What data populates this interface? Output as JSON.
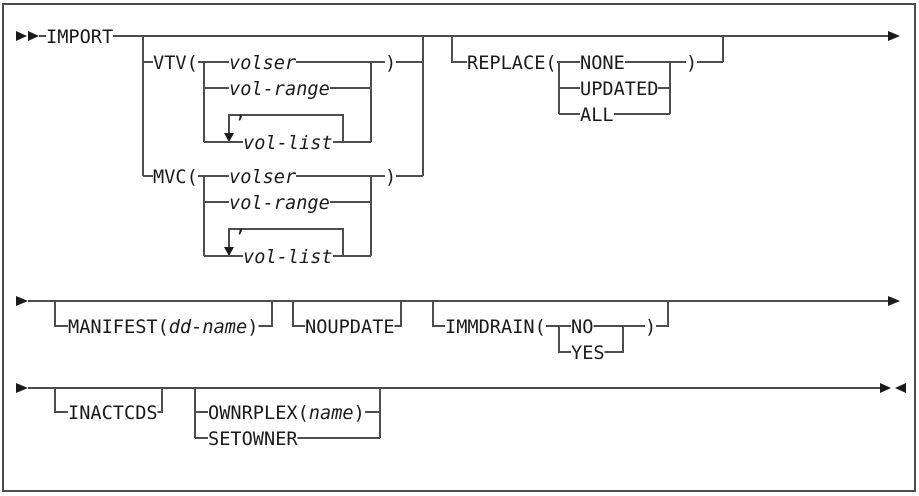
{
  "figure": {
    "kind": "command-syntax-railroad-diagram",
    "command": "IMPORT"
  },
  "colors": {
    "rail": "#4d4d4d",
    "text": "#1a1a1a",
    "background": "#ffffff"
  },
  "row1": {
    "import_keyword": "IMPORT",
    "vtv": {
      "open": "VTV(",
      "close": ")",
      "alt_volser": "volser",
      "alt_vol_range": "vol-range",
      "alt_vol_list": "vol-list",
      "repeat_separator": ","
    },
    "mvc": {
      "open": "MVC(",
      "close": ")",
      "alt_volser": "volser",
      "alt_vol_range": "vol-range",
      "alt_vol_list": "vol-list",
      "repeat_separator": ","
    },
    "replace": {
      "open": "REPLACE(",
      "close": ")",
      "opt_none": "NONE",
      "opt_updated": "UPDATED",
      "opt_all": "ALL"
    }
  },
  "row2": {
    "manifest": {
      "open": "MANIFEST(",
      "param": "dd-name",
      "close": ")"
    },
    "noupdate": "NOUPDATE",
    "immdrain": {
      "open": "IMMDRAIN(",
      "close": ")",
      "opt_no": "NO",
      "opt_yes": "YES"
    }
  },
  "row3": {
    "inactcds": "INACTCDS",
    "ownrplex": {
      "open": "OWNRPLEX(",
      "param": "name",
      "close": ")"
    },
    "setowner": "SETOWNER"
  }
}
